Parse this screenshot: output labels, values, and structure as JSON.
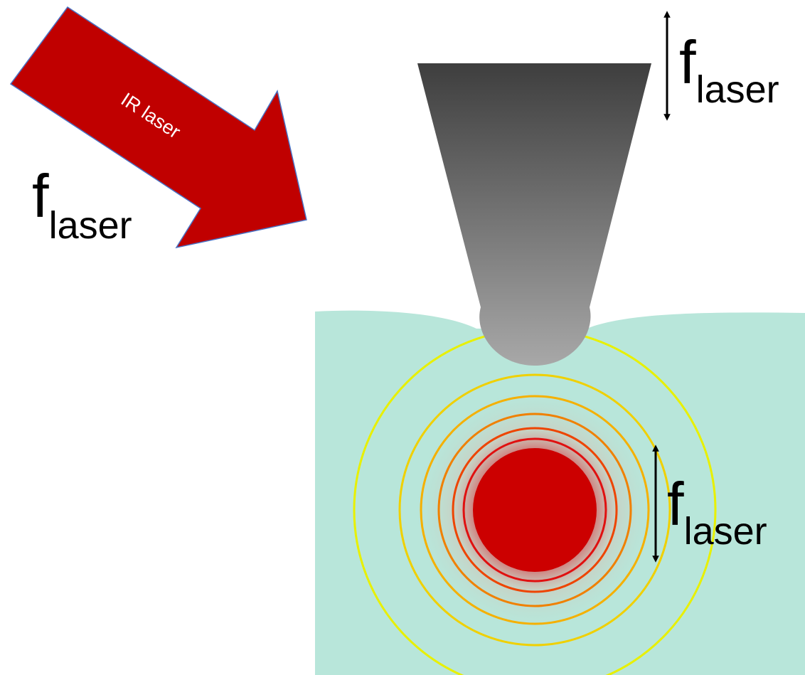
{
  "colors": {
    "arrow_fill": "#c00000",
    "arrow_stroke": "#4a72c4",
    "sample_fill": "#b8e6da",
    "particle": "#cc0000",
    "tip_top": "#3e3e3e",
    "tip_bottom": "#a8a8a8",
    "ring_colors": [
      "#e8f000",
      "#f0d000",
      "#f5b000",
      "#f08000",
      "#ee4400",
      "#e01010"
    ]
  },
  "laser_arrow": {
    "label": "IR laser",
    "frequency_symbol": "f",
    "frequency_subscript": "laser"
  },
  "tip": {
    "frequency_symbol": "f",
    "frequency_subscript": "laser"
  },
  "particle": {
    "frequency_symbol": "f",
    "frequency_subscript": "laser"
  }
}
